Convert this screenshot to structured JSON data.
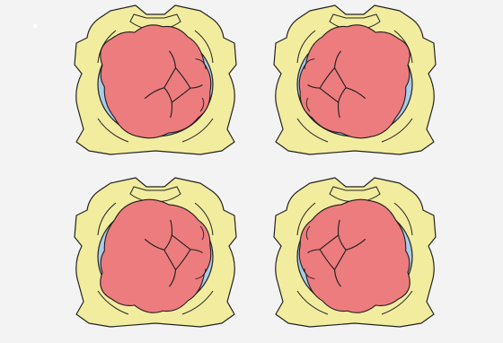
{
  "colors": {
    "background": "#f3f3f4",
    "pelvis_fill": "#f2ec9f",
    "pelvis_stroke": "#232323",
    "inlet_fill": "#a9cce9",
    "head_fill": "#ec7c7e",
    "suture_stroke": "#1e1e1e"
  },
  "figure": {
    "panels": [
      {
        "id": "top-left",
        "head_rotation": "left-anterior"
      },
      {
        "id": "top-right",
        "head_rotation": "right-anterior"
      },
      {
        "id": "bottom-left",
        "head_rotation": "left-posterior"
      },
      {
        "id": "bottom-right",
        "head_rotation": "right-posterior"
      }
    ]
  }
}
